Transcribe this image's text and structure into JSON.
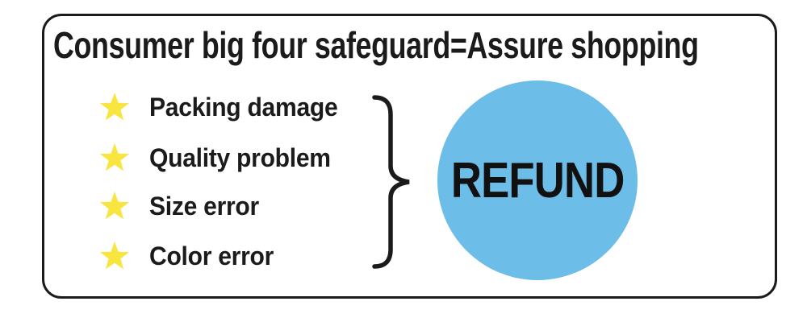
{
  "banner": {
    "title": "Consumer big four safeguard=Assure shopping",
    "items": [
      {
        "label": "Packing damage",
        "icon": "star-icon"
      },
      {
        "label": "Quality problem",
        "icon": "star-icon"
      },
      {
        "label": "Size error",
        "icon": "star-icon"
      },
      {
        "label": "Color error",
        "icon": "star-icon"
      }
    ],
    "connector": "curly-brace-icon",
    "result_label": "REFUND",
    "colors": {
      "star": "#F8E53F",
      "circle": "#6CBEE8",
      "ink": "#1B1B1B",
      "background": "#FFFFFF"
    }
  }
}
